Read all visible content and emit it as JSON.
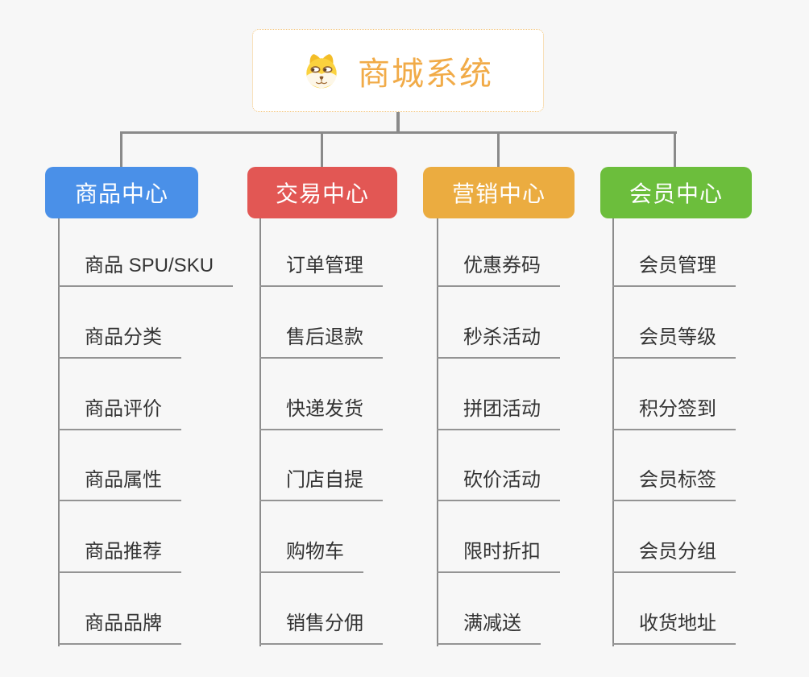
{
  "root": {
    "title": "商城系统",
    "title_color": "#f1ab48",
    "icon": "dog-face-icon",
    "border_color": "#f2c379"
  },
  "connector_color": "#8a8a8a",
  "branches": [
    {
      "label": "商品中心",
      "color": "#4a90e8",
      "children": [
        "商品 SPU/SKU",
        "商品分类",
        "商品评价",
        "商品属性",
        "商品推荐",
        "商品品牌"
      ]
    },
    {
      "label": "交易中心",
      "color": "#e25754",
      "children": [
        "订单管理",
        "售后退款",
        "快递发货",
        "门店自提",
        "购物车",
        "销售分佣"
      ]
    },
    {
      "label": "营销中心",
      "color": "#ebac40",
      "children": [
        "优惠券码",
        "秒杀活动",
        "拼团活动",
        "砍价活动",
        "限时折扣",
        "满减送"
      ]
    },
    {
      "label": "会员中心",
      "color": "#6cbe3c",
      "children": [
        "会员管理",
        "会员等级",
        "积分签到",
        "会员标签",
        "会员分组",
        "收货地址"
      ]
    }
  ]
}
